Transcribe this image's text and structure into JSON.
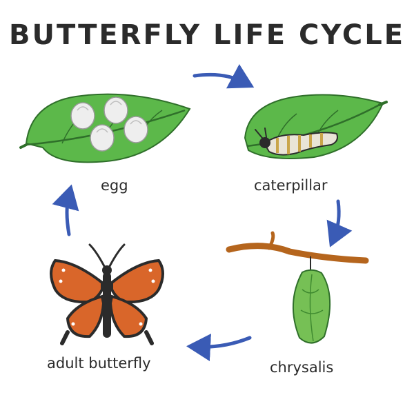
{
  "title": "BUTTERFLY LIFE CYCLE",
  "stages": {
    "egg": "egg",
    "caterpillar": "caterpillar",
    "chrysalis": "chrysalis",
    "adult": "adult butterfly"
  },
  "colors": {
    "arrow": "#3a5bb5",
    "leaf": "#4caf3e",
    "leaf_dark": "#2f6f2a",
    "branch": "#b5651d",
    "wing_orange": "#d9662a",
    "outline": "#2b2b2b"
  }
}
